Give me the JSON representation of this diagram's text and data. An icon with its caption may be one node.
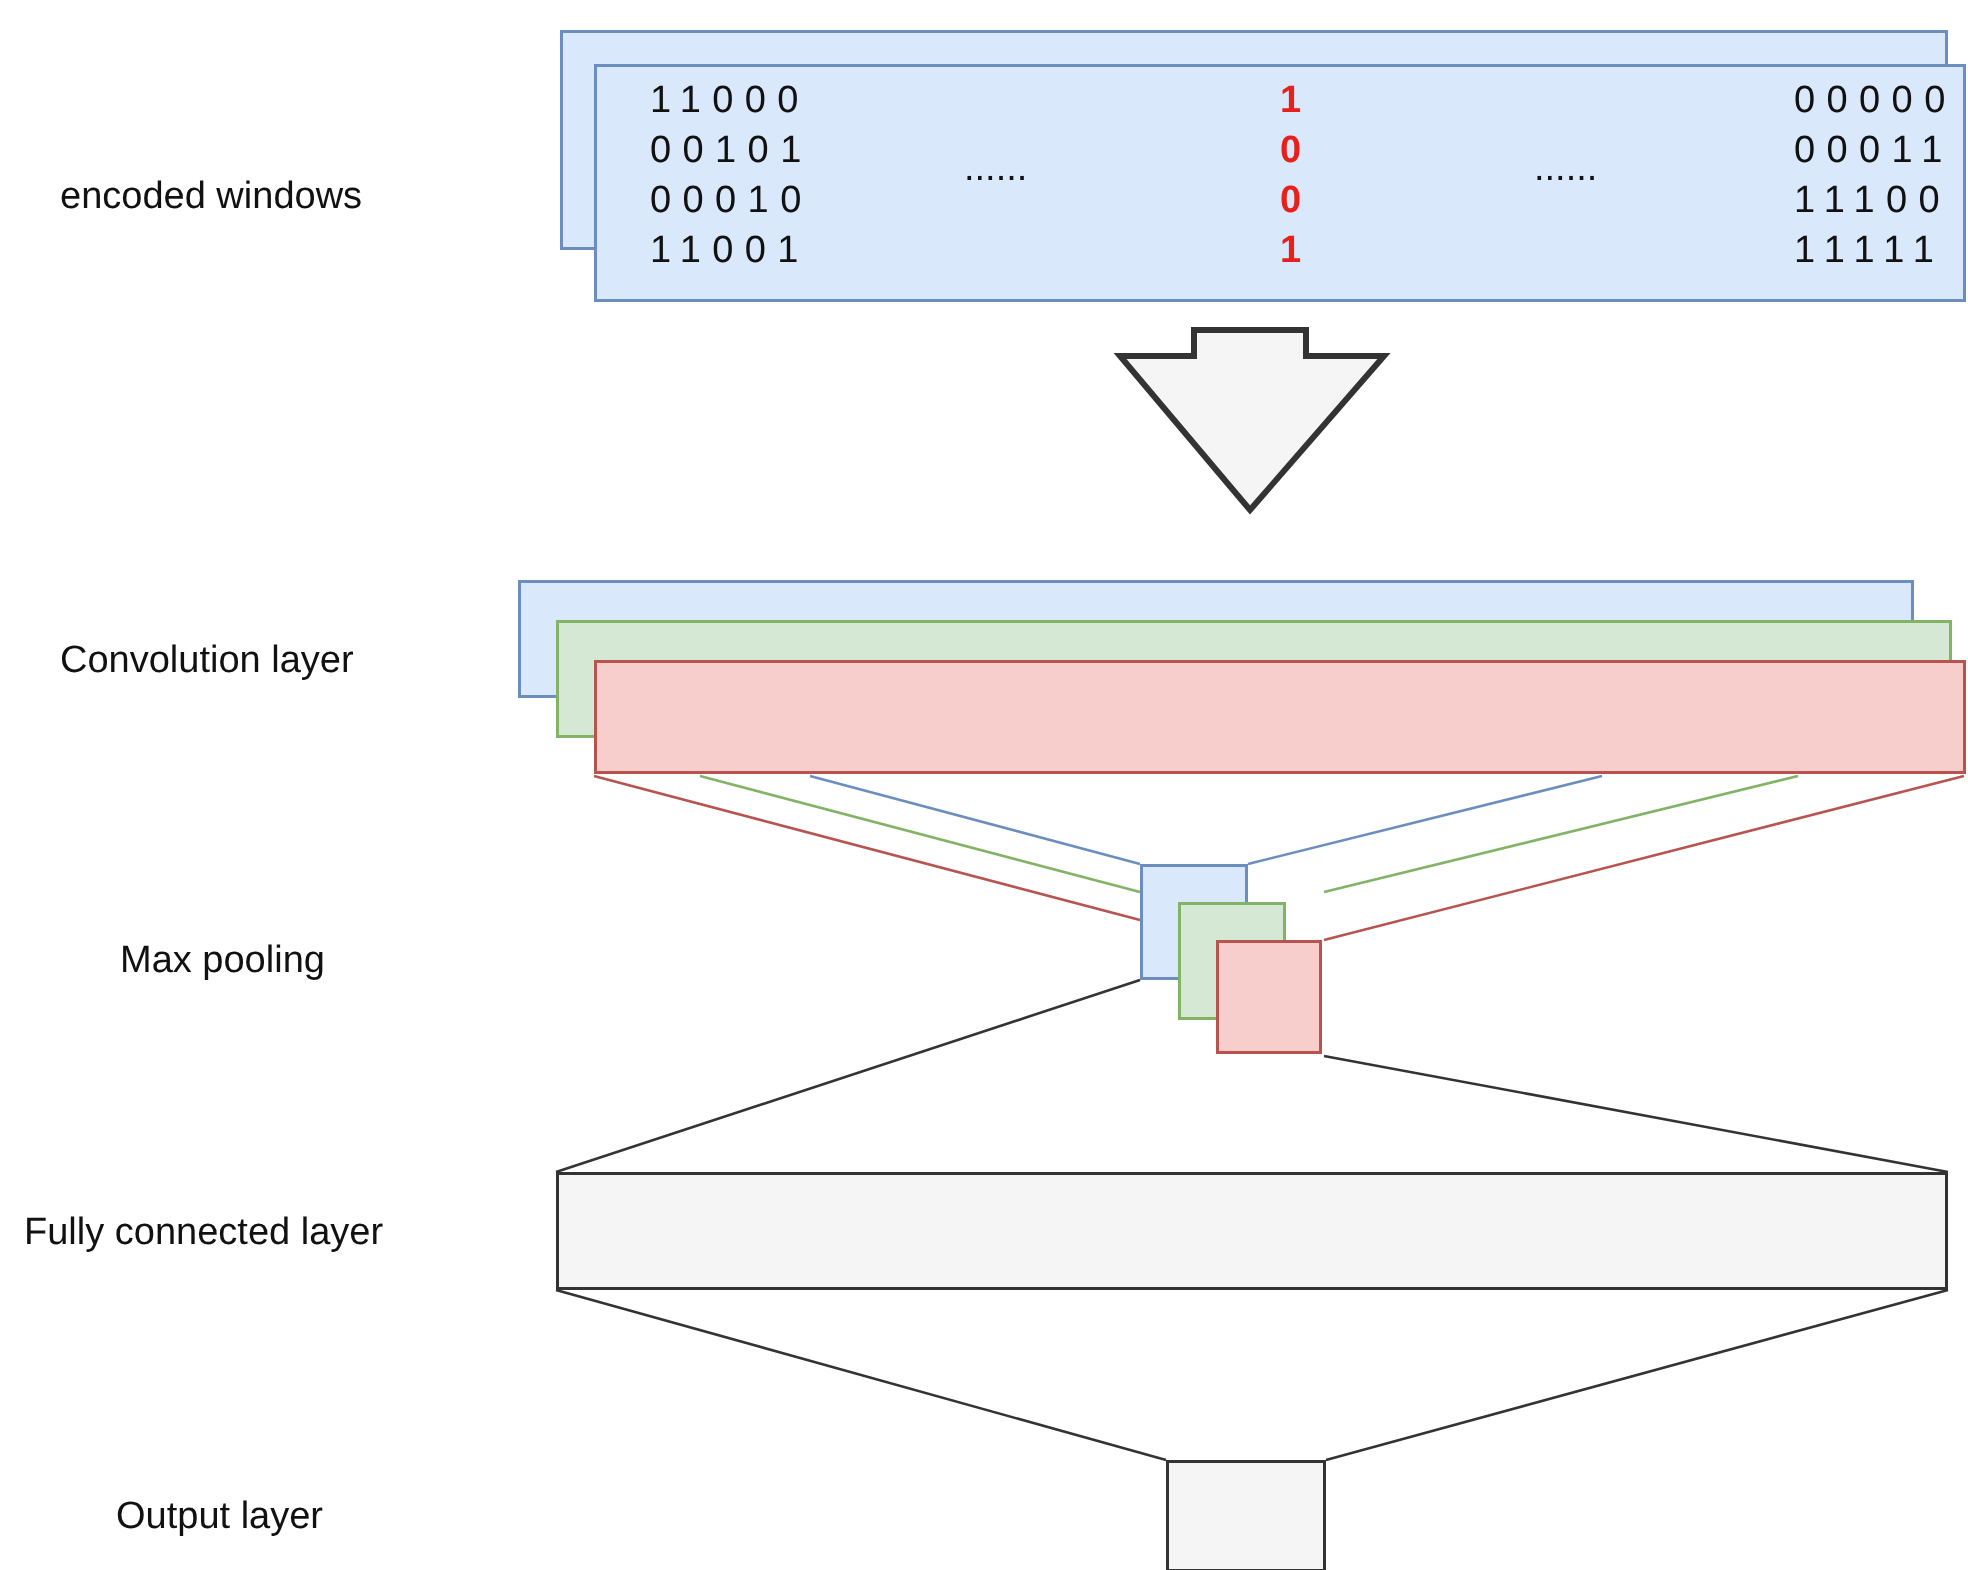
{
  "diagram": {
    "nodes": [
      {
        "text": [
          "11000 00101 00010 11001",
          "......",
          "1 0 0 1",
          "......",
          "00000 00011 11100 11111"
        ]
      },
      {
        "text": [],
        "shape": "box"
      },
      {
        "text": [],
        "shape": "box"
      },
      {
        "text": [],
        "shape": "box"
      },
      {
        "text": [],
        "shape": "box"
      }
    ],
    "edges": [
      {
        "from": 0,
        "to": 1,
        "arrow": "to",
        "style": "thick"
      },
      {
        "from": 1,
        "to": 2,
        "arrow": "none",
        "color": "#6c8ebf"
      },
      {
        "from": 1,
        "to": 2,
        "arrow": "none",
        "color": "#6c8ebf"
      },
      {
        "from": 1,
        "to": 2,
        "arrow": "none",
        "color": "#82b366"
      },
      {
        "from": 1,
        "to": 2,
        "arrow": "none",
        "color": "#82b366"
      },
      {
        "from": 1,
        "to": 2,
        "arrow": "none",
        "color": "#b85450"
      },
      {
        "from": 1,
        "to": 2,
        "arrow": "none",
        "color": "#b85450"
      },
      {
        "from": 2,
        "to": 3,
        "arrow": "none"
      },
      {
        "from": 2,
        "to": 3,
        "arrow": "none"
      },
      {
        "from": 3,
        "to": 4,
        "arrow": "none"
      },
      {
        "from": 3,
        "to": 4,
        "arrow": "none"
      }
    ],
    "labels": [
      "encoded windows",
      "Convolution layer",
      "Max pooling",
      "Fully connected layer",
      "Output layer"
    ]
  }
}
